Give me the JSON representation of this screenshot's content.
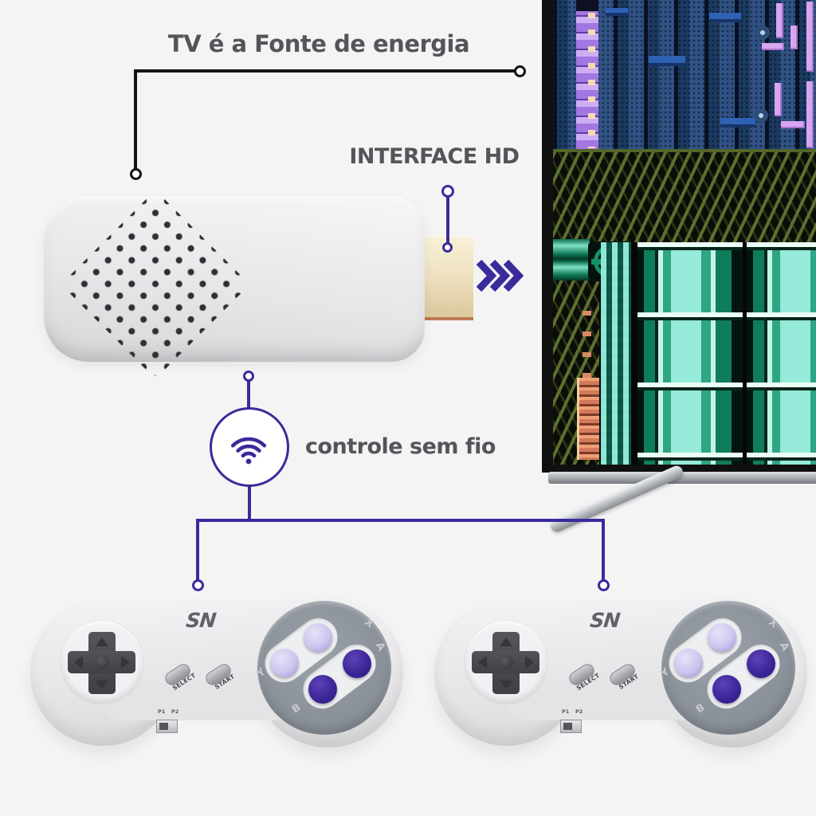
{
  "page": {
    "background_color": "#f4f4f4"
  },
  "labels": {
    "power_source": "TV é a Fonte de energia",
    "hd_interface": "INTERFACE HD",
    "wireless_control": "controle sem fio"
  },
  "icons": {
    "wifi_icon": "wifi-signal-arcs",
    "chevrons_icon": "triple-right-chevrons",
    "connector_endpoints": "hollow-ring-dots"
  },
  "colors": {
    "accent_indigo": "#3a2b9c",
    "annotation_black": "#141414",
    "label_gray": "#54555a",
    "console_body": "#e9e9eb",
    "hdmi_plug_gold": "#ecdfbc",
    "controller_body": "#e9e9eb",
    "dpad_gray": "#4b4b50",
    "face_plate_gray": "#9298a0",
    "button_light_lavender": "#cdc5ee",
    "button_dark_purple": "#3d2698",
    "game_navy": "#1c3a60",
    "game_ladder_purple": "#b692ef",
    "game_wall_olive": "#3c491d",
    "game_machine_teal": "#2ea583",
    "game_block_orange": "#e9926c"
  },
  "controller": {
    "brand_label": "SN",
    "select_label": "SELECT",
    "start_label": "START",
    "player1_label": "P1",
    "player2_label": "P2",
    "button_x_label": "X",
    "button_a_label": "A",
    "button_y_label": "Y",
    "button_b_label": "B"
  }
}
